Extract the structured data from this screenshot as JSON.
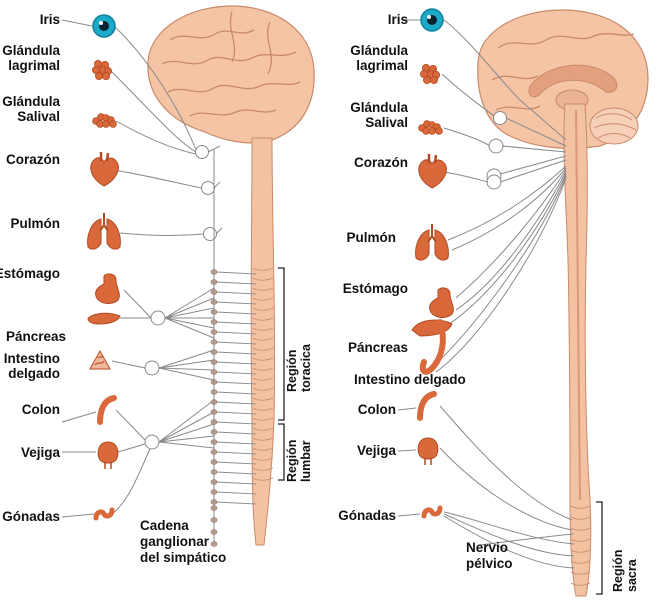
{
  "colors": {
    "brain": "#f4c4a5",
    "brain_stroke": "#c98a6a",
    "spine": "#f2c2a2",
    "organ": "#d9683a",
    "organ_dark": "#b24a22",
    "nerve": "#8a8a8a",
    "iris": "#1aa9c9"
  },
  "sympathetic": {
    "organs": [
      {
        "key": "iris",
        "lines": [
          "Iris"
        ]
      },
      {
        "key": "lacrimal",
        "lines": [
          "Glándula",
          "lagrimal"
        ]
      },
      {
        "key": "salivary",
        "lines": [
          "Glándula",
          "Salival"
        ]
      },
      {
        "key": "heart",
        "lines": [
          "Corazón"
        ]
      },
      {
        "key": "lung",
        "lines": [
          "Pulmón"
        ]
      },
      {
        "key": "stomach",
        "lines": [
          "Estómago"
        ]
      },
      {
        "key": "pancreas",
        "lines": [
          "Páncreas"
        ]
      },
      {
        "key": "intestine",
        "lines": [
          "Intestino",
          "delgado"
        ]
      },
      {
        "key": "colon",
        "lines": [
          "Colon"
        ]
      },
      {
        "key": "bladder",
        "lines": [
          "Vejiga"
        ]
      },
      {
        "key": "gonads",
        "lines": [
          "Gónadas"
        ]
      }
    ],
    "chain_label": [
      "Cadena",
      "ganglionar",
      "del simpático"
    ],
    "region_thoracic": [
      "Región",
      "toracica"
    ],
    "region_lumbar": [
      "Región",
      "lumbar"
    ]
  },
  "parasympathetic": {
    "organs": [
      {
        "key": "iris",
        "lines": [
          "Iris"
        ]
      },
      {
        "key": "lacrimal",
        "lines": [
          "Glándula",
          "lagrimal"
        ]
      },
      {
        "key": "salivary",
        "lines": [
          "Glándula",
          "Salival"
        ]
      },
      {
        "key": "heart",
        "lines": [
          "Corazón"
        ]
      },
      {
        "key": "lung",
        "lines": [
          "Pulmón"
        ]
      },
      {
        "key": "stomach",
        "lines": [
          "Estómago"
        ]
      },
      {
        "key": "pancreas",
        "lines": [
          "Páncreas"
        ]
      },
      {
        "key": "intestine",
        "lines": [
          "Intestino delgado"
        ]
      },
      {
        "key": "colon",
        "lines": [
          "Colon"
        ]
      },
      {
        "key": "bladder",
        "lines": [
          "Vejiga"
        ]
      },
      {
        "key": "gonads",
        "lines": [
          "Gónadas"
        ]
      }
    ],
    "pelvic_label": [
      "Nervio",
      "pélvico"
    ],
    "region_sacral": [
      "Región",
      "sacra"
    ]
  }
}
